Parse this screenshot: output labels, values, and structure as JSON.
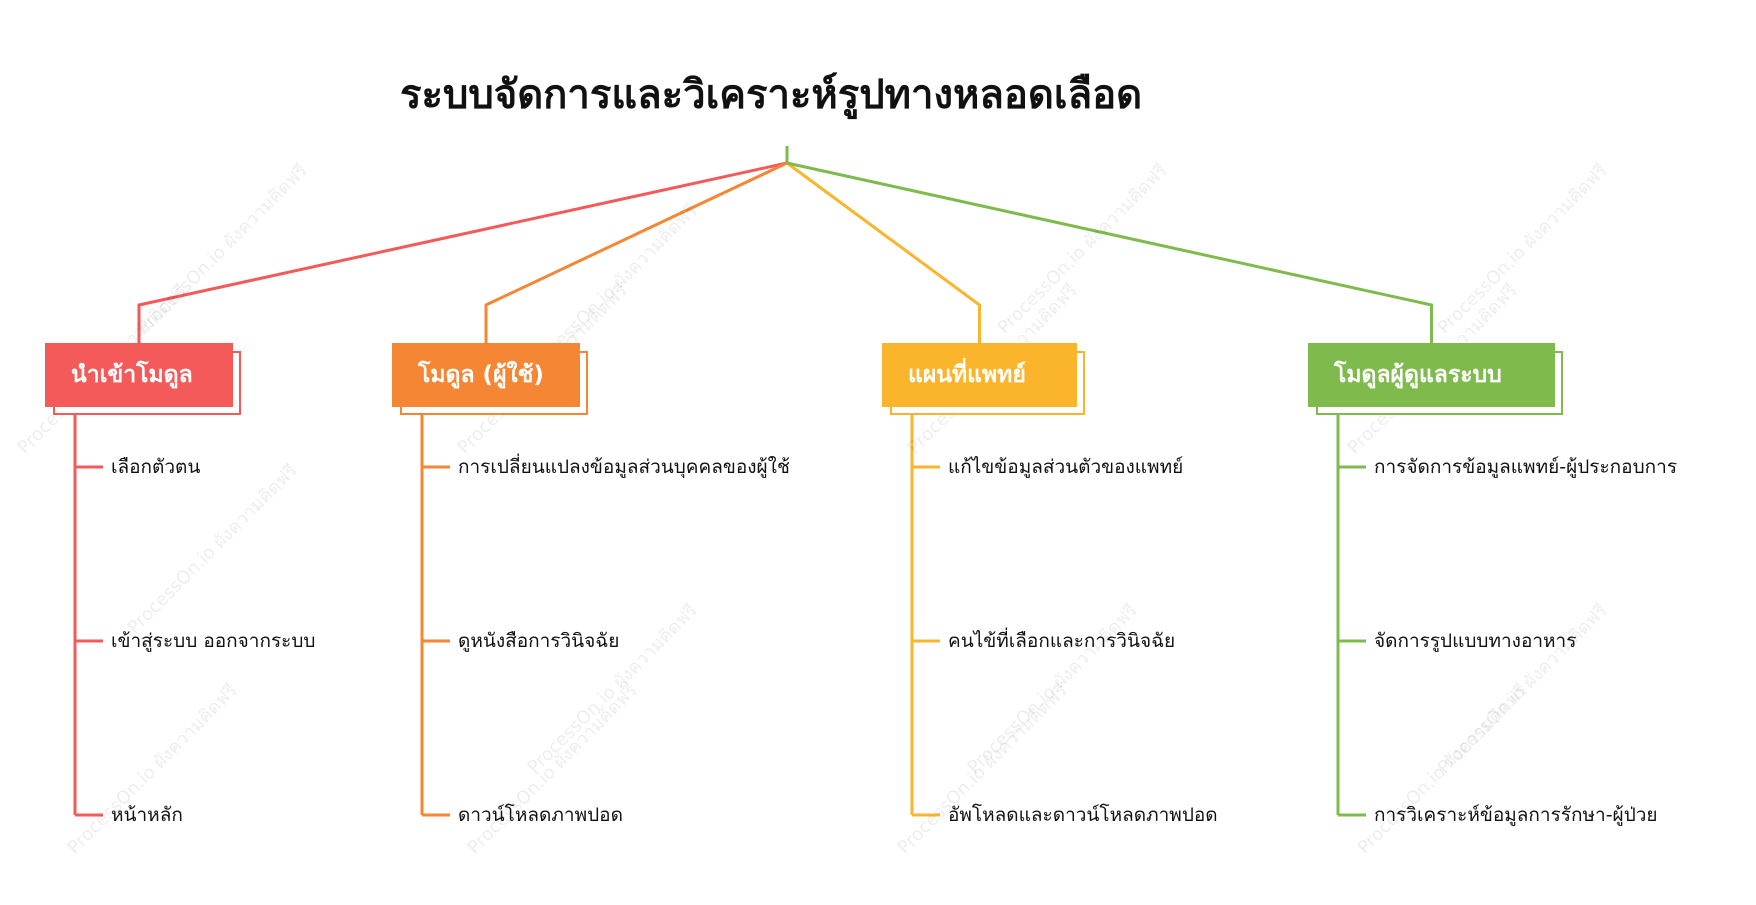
{
  "title": "ระบบจัดการและวิเคราะห์รูปทางหลอดเลือด",
  "watermark": "ProcessOn.io ผังความคิดฟรี",
  "branches": [
    {
      "label": "นำเข้าโมดูล",
      "color": "#f45a5a",
      "children": [
        "เลือกตัวตน",
        "เข้าสู่ระบบ ออกจากระบบ",
        "หน้าหลัก"
      ]
    },
    {
      "label": "โมดูล (ผู้ใช้)",
      "color": "#f48634",
      "children": [
        "การเปลี่ยนแปลงข้อมูลส่วนบุคคลของผู้ใช้",
        "ดูหนังสือการวินิจฉัย",
        "ดาวน์โหลดภาพปอด"
      ]
    },
    {
      "label": "แผนที่แพทย์",
      "color": "#fbb52c",
      "children": [
        "แก้ไขข้อมูลส่วนตัวของแพทย์",
        "คนไข้ที่เลือกและการวินิจฉัย",
        "อัพโหลดและดาวน์โหลดภาพปอด"
      ]
    },
    {
      "label": "โมดูลผู้ดูแลระบบ",
      "color": "#7fbb4c",
      "children": [
        "การจัดการข้อมูลแพทย์-ผู้ประกอบการ",
        "จัดการรูปแบบทางอาหาร",
        "การวิเคราะห์ข้อมูลการรักษา-ผู้ป่วย"
      ]
    }
  ]
}
